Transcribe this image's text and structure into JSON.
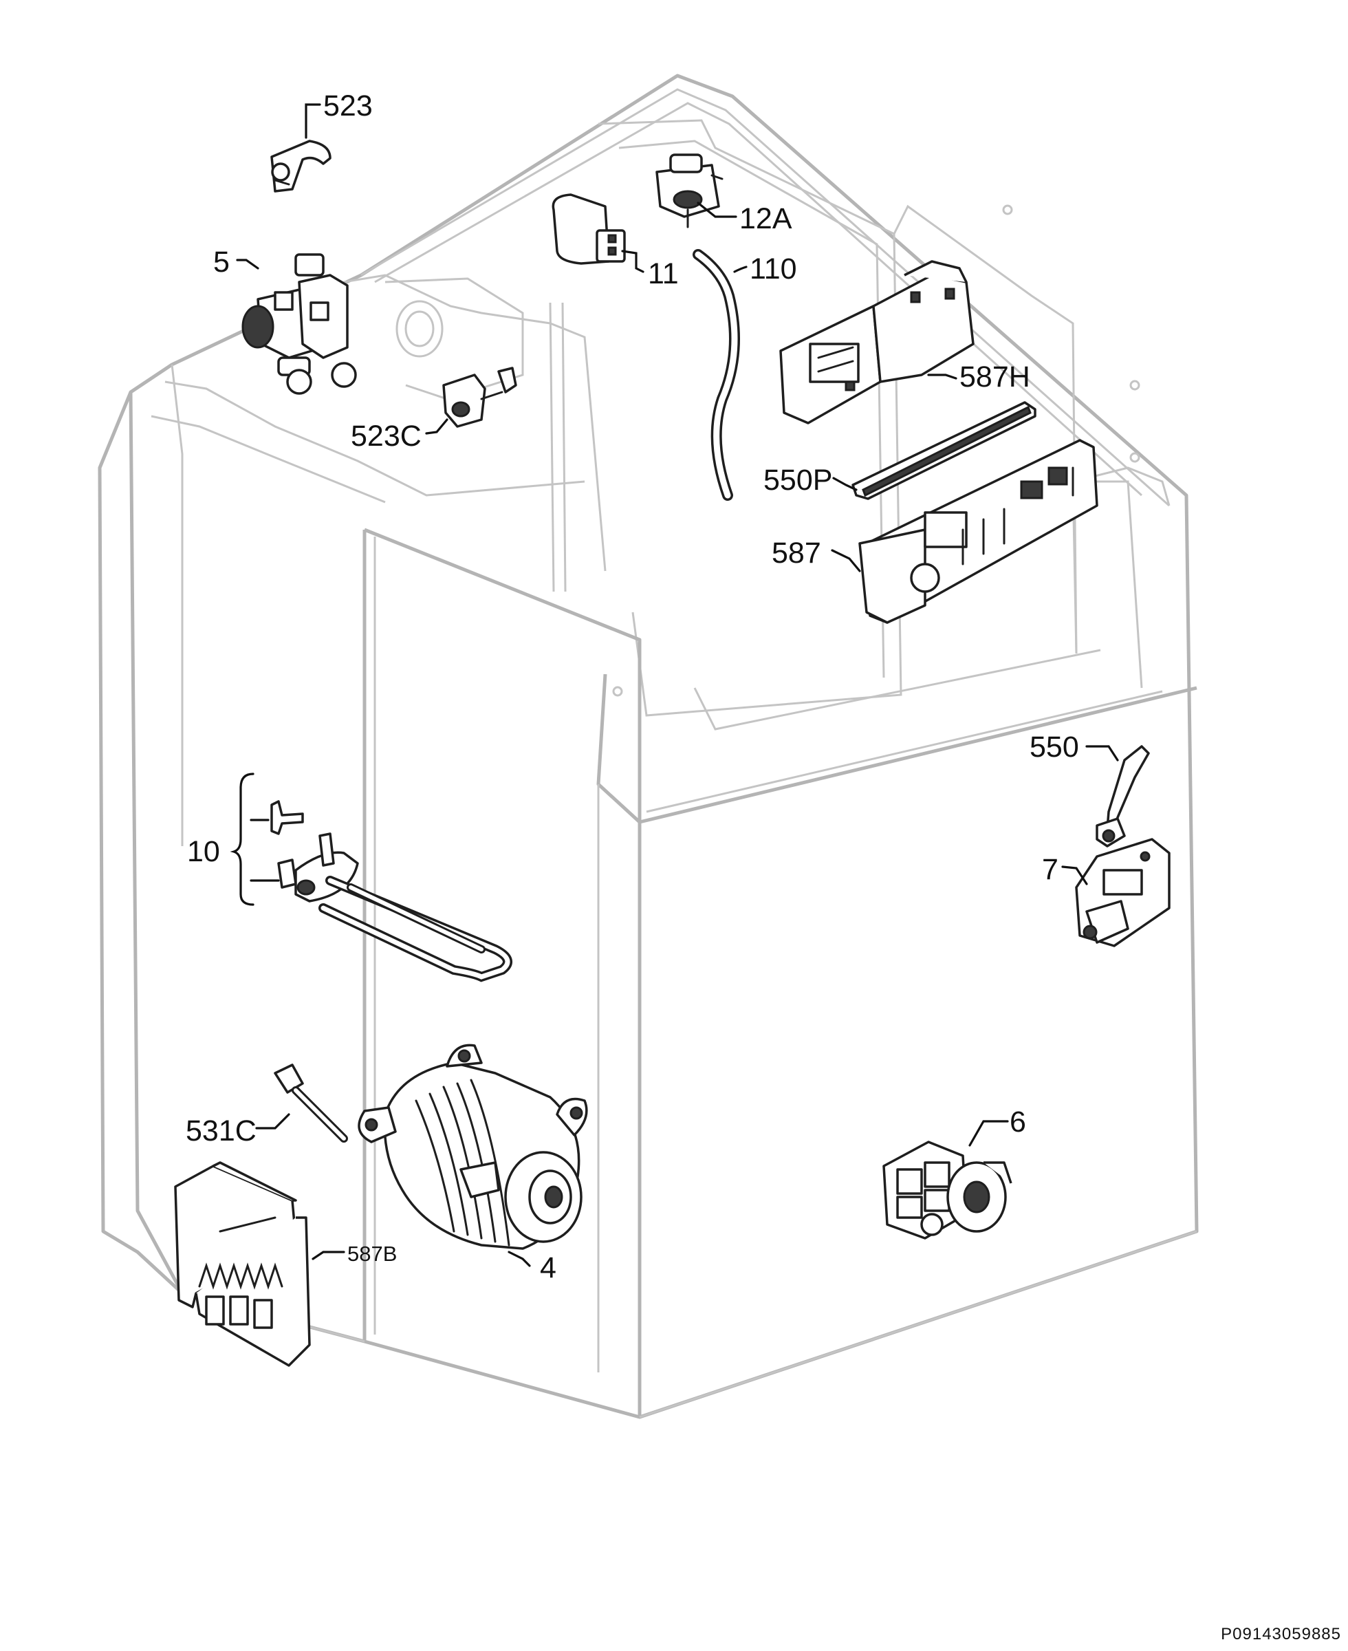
{
  "callouts": {
    "p523": "523",
    "p12A": "12A",
    "p11": "11",
    "p110": "110",
    "p5": "5",
    "p587H": "587H",
    "p523C": "523C",
    "p550P": "550P",
    "p587": "587",
    "p550": "550",
    "p10": "10",
    "p7": "7",
    "p531C": "531C",
    "p6": "6",
    "p587B": "587B",
    "p4": "4"
  },
  "drawing_code": "P09143059885"
}
